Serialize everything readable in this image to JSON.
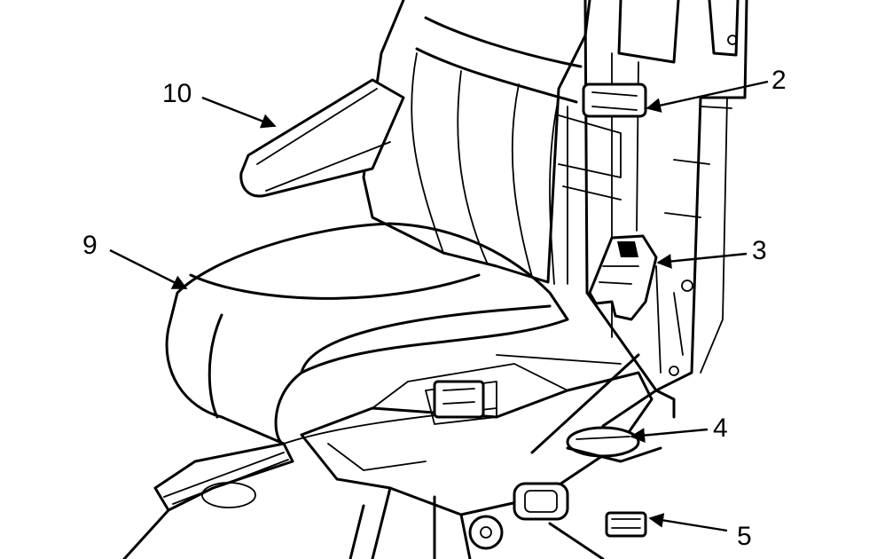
{
  "diagram": {
    "callouts": [
      {
        "id": "10",
        "label": "10"
      },
      {
        "id": "2",
        "label": "2"
      },
      {
        "id": "9",
        "label": "9"
      },
      {
        "id": "3",
        "label": "3"
      },
      {
        "id": "4",
        "label": "4"
      },
      {
        "id": "5",
        "label": "5"
      }
    ],
    "colors": {
      "ink": "#000000",
      "paper": "#ffffff"
    }
  }
}
